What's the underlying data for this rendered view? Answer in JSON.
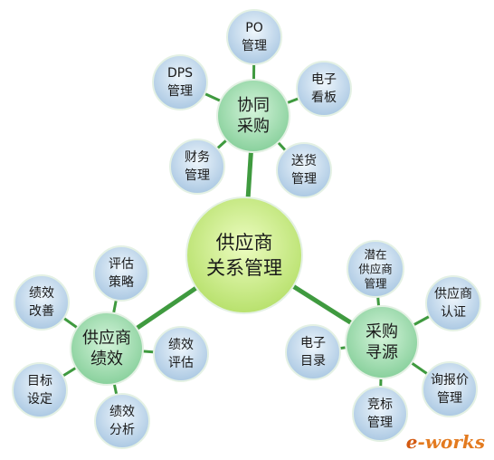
{
  "center": {
    "lines": [
      "供应商",
      "关系管理"
    ]
  },
  "hubs": [
    {
      "id": "collab",
      "lines": [
        "协同",
        "采购"
      ],
      "leaves": [
        {
          "lines": [
            "PO",
            "管理"
          ]
        },
        {
          "lines": [
            "DPS",
            "管理"
          ]
        },
        {
          "lines": [
            "电子",
            "看板"
          ]
        },
        {
          "lines": [
            "财务",
            "管理"
          ]
        },
        {
          "lines": [
            "送货",
            "管理"
          ]
        }
      ]
    },
    {
      "id": "performance",
      "lines": [
        "供应商",
        "绩效"
      ],
      "leaves": [
        {
          "lines": [
            "评估",
            "策略"
          ]
        },
        {
          "lines": [
            "绩效",
            "改善"
          ]
        },
        {
          "lines": [
            "绩效",
            "评估"
          ]
        },
        {
          "lines": [
            "目标",
            "设定"
          ]
        },
        {
          "lines": [
            "绩效",
            "分析"
          ]
        }
      ]
    },
    {
      "id": "sourcing",
      "lines": [
        "采购",
        "寻源"
      ],
      "leaves": [
        {
          "lines": [
            "潜在",
            "供应商",
            "管理"
          ]
        },
        {
          "lines": [
            "供应商",
            "认证"
          ]
        },
        {
          "lines": [
            "电子",
            "目录"
          ]
        },
        {
          "lines": [
            "询报价",
            "管理"
          ]
        },
        {
          "lines": [
            "竞标",
            "管理"
          ]
        }
      ]
    }
  ],
  "watermark": {
    "prefix": "e",
    "text": "-works"
  },
  "colors": {
    "edge": "#3f9a3f",
    "center_fill": "#c6ec7e",
    "hub_fill": "#9fddb0",
    "leaf_fill": "#c3d9ec",
    "stroke": "#e4f1e4"
  }
}
